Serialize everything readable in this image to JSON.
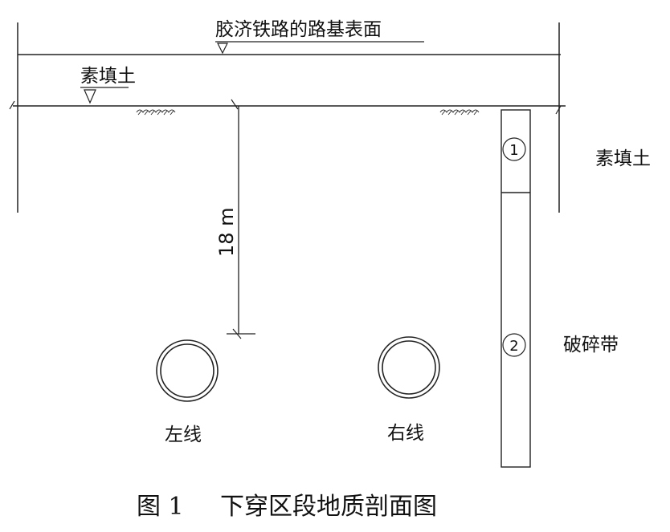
{
  "labels": {
    "surface": "胶济铁路的路基表面",
    "fill_top": "素填土",
    "depth": "18 m",
    "layer_1_name": "素填土",
    "layer_2_name": "破碎带",
    "layer_1_marker": "①",
    "layer_2_marker": "②",
    "left_tunnel": "左线",
    "right_tunnel": "右线"
  },
  "caption": {
    "figure_no": "图 1",
    "title": "下穿区段地质剖面图"
  }
}
